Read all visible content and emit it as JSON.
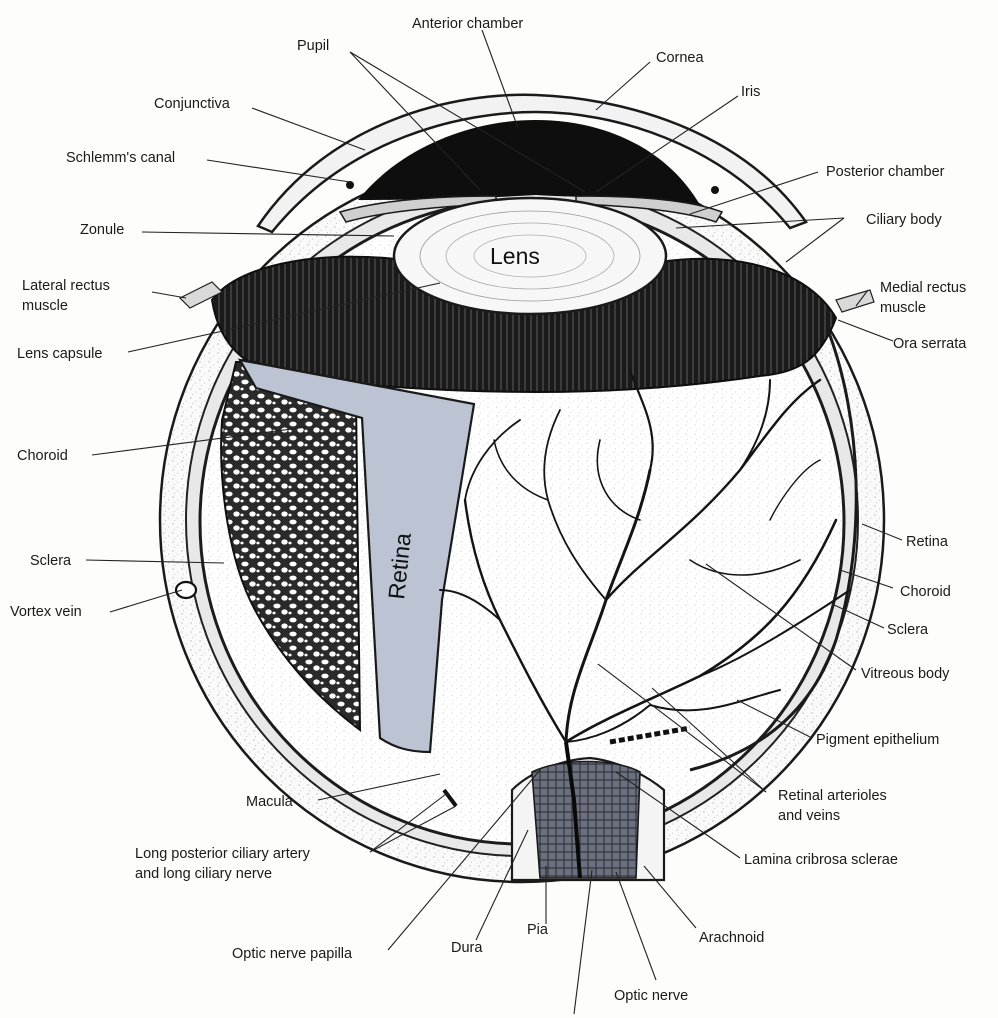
{
  "colors": {
    "retina_fill": "#bcc3d3",
    "ink": "#141414",
    "paper": "#fdfdfc",
    "vitreous": "#ffffff"
  },
  "structures": {
    "lens": "Lens",
    "retina_inset": "Retina"
  },
  "labels": {
    "anterior_chamber": "Anterior chamber",
    "pupil": "Pupil",
    "cornea": "Cornea",
    "iris": "Iris",
    "conjunctiva": "Conjunctiva",
    "schlemms_canal": "Schlemm's canal",
    "posterior_chamber": "Posterior chamber",
    "ciliary_body": "Ciliary body",
    "zonule": "Zonule",
    "lateral_rectus_1": "Lateral rectus",
    "lateral_rectus_2": "muscle",
    "medial_rectus_1": "Medial rectus",
    "medial_rectus_2": "muscle",
    "lens_capsule": "Lens capsule",
    "ora_serrata": "Ora serrata",
    "choroid_left": "Choroid",
    "sclera_left": "Sclera",
    "vortex_vein": "Vortex vein",
    "retina_right": "Retina",
    "choroid_right": "Choroid",
    "sclera_right": "Sclera",
    "vitreous_body": "Vitreous body",
    "pigment_epithelium": "Pigment epithelium",
    "macula": "Macula",
    "retinal_arterioles_1": "Retinal arterioles",
    "retinal_arterioles_2": "and veins",
    "long_posterior_1": "Long posterior ciliary artery",
    "long_posterior_2": "and long ciliary nerve",
    "lamina_cribrosa": "Lamina cribrosa sclerae",
    "optic_nerve_papilla": "Optic nerve papilla",
    "dura": "Dura",
    "pia": "Pia",
    "arachnoid": "Arachnoid",
    "optic_nerve": "Optic nerve"
  }
}
